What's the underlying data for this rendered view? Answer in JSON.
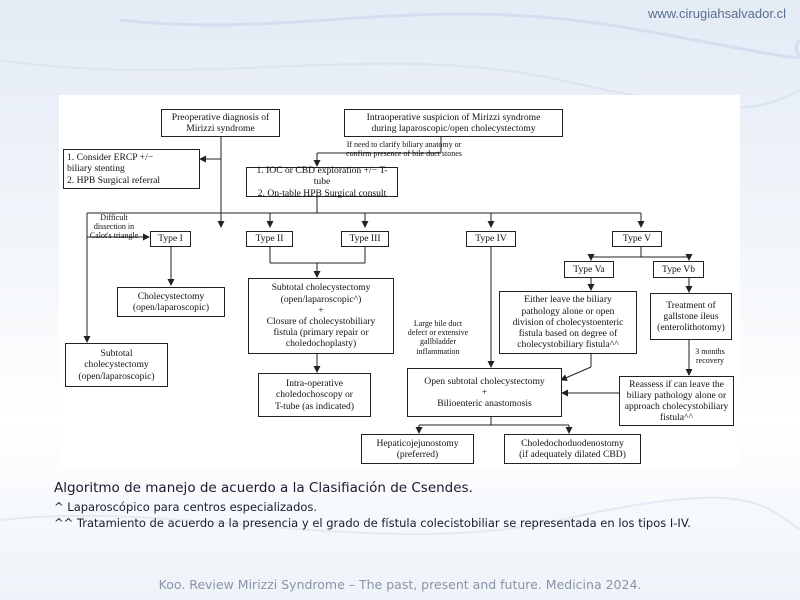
{
  "header": {
    "website": "www.cirugiahsalvador.cl"
  },
  "flowchart": {
    "nodes": {
      "preop": "Preoperative diagnosis of\nMirizzi syndrome",
      "intraop": "Intraoperative suspicion of Mirizzi syndrome\nduring laparoscopic/open cholecystectomy",
      "ercp": "1.   Consider ERCP +/−\n      biliary stenting\n2.   HPB Surgical referral",
      "ioc": "1. IOC or CBD exploration +/− T-tube\n2. On-table HPB Surgical consult",
      "type1": "Type I",
      "type2": "Type II",
      "type3": "Type III",
      "type4": "Type IV",
      "type5": "Type V",
      "type5a": "Type Va",
      "type5b": "Type Vb",
      "chole": "Cholecystectomy\n(open/laparoscopic)",
      "subtotal_t1": "Subtotal\ncholecystectomy\n(open/laparoscopic)",
      "subtotal_t23": "Subtotal cholecystectomy\n(open/laparoscopic^)\n+\nClosure of cholecystobiliary\nfistula (primary repair or\ncholedochoplasty)",
      "intraop_chol": "Intra-operative\ncholedochoscopy or\nT-tube (as indicated)",
      "open_subtotal": "Open subtotal cholecystectomy\n+\nBilioenteric anastomosis",
      "hepatico": "Hepaticojejunostomy\n(preferred)",
      "choledocho": "Choledochoduodenostomy\n(if adequately dilated CBD)",
      "either_leave": "Either leave the biliary\npathology alone or open\ndivision of cholecystoenteric\nfistula based on degree of\ncholecystobiliary fistula^^",
      "treatment": "Treatment of\ngallstone ileus\n(enterolithotomy)",
      "reassess": "Reassess if can leave the\nbiliary pathology alone or\napproach cholecystobiliary\nfistula^^"
    },
    "labels": {
      "clarify": "If need to clarify biliary anatomy or\nconfirm presence of bile duct stones",
      "difficult": "Difficult\ndissection in\nCalot's triangle",
      "large_defect": "Large bile duct\ndefect or extensive\ngallbladder\ninflammation",
      "recovery": "3 months\nrecovery"
    }
  },
  "caption": {
    "title": "Algoritmo de manejo de acuerdo a la Clasifiación de Csendes.",
    "note1": "^ Laparoscópico para centros especializados.",
    "note2": "^^ Tratamiento de acuerdo a la presencia y el grado de fístula colecistobiliar se representada en los tipos I-IV."
  },
  "footer": {
    "reference": "Koo. Review Mirizzi Syndrome – The past, present and future. Medicina 2024."
  }
}
